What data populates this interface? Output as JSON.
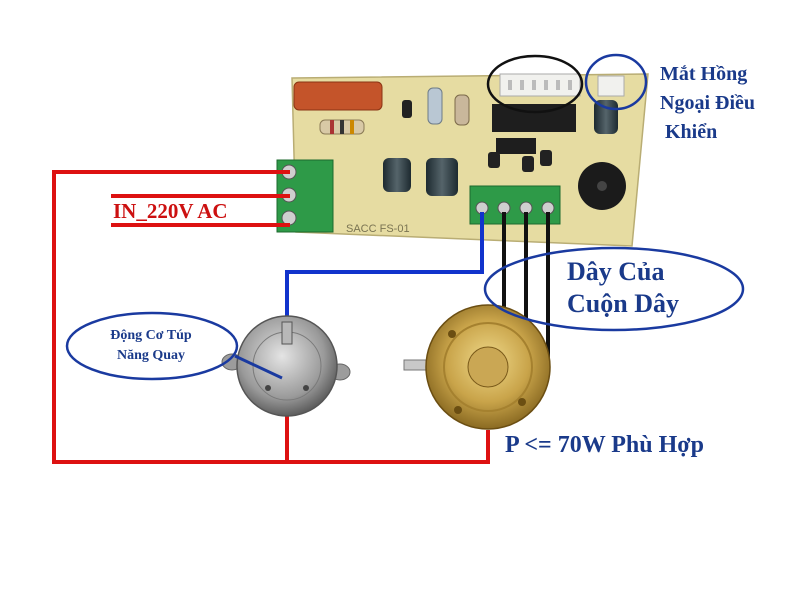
{
  "labels": {
    "ir_lines": [
      "Mắt Hồng",
      "Ngoại Điều",
      " Khiển"
    ],
    "power": "IN_220V AC",
    "coil_lines": [
      "Dây Của",
      "Cuộn Dây"
    ],
    "motor_lines": [
      "Động Cơ Túp",
      "Năng Quay"
    ],
    "wattage": "P <= 70W Phù Hợp",
    "pcb_model": "SACC FS-01"
  },
  "colors": {
    "wire_live": "#dd1111",
    "wire_blue": "#1133cc",
    "wire_black": "#111111",
    "annotation": "#1a3a8a",
    "pcb": "#e8dfa8",
    "terminal": "#2e9a48"
  }
}
